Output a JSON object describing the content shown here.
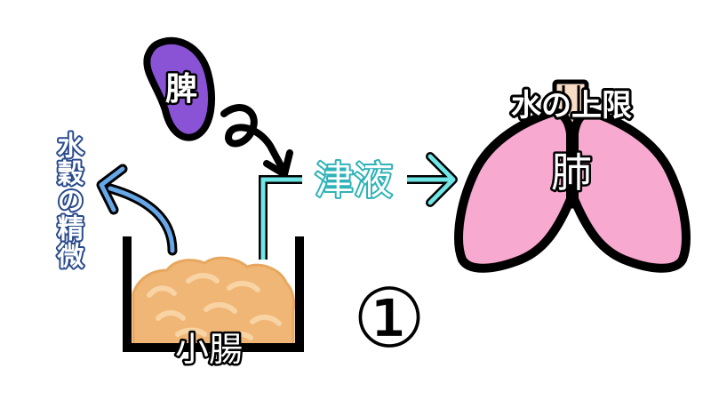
{
  "labels": {
    "spleen": "脾",
    "essence": "水穀の精微",
    "fluid": "津液",
    "water_limit": "水の上限",
    "lung": "肺",
    "small_intestine": "小腸",
    "step": "①"
  },
  "colors": {
    "spleen_fill": "#8a53d6",
    "lung_fill": "#f7a9cf",
    "food_fill": "#f0b676",
    "food_light": "#f6c892",
    "trachea_fill": "#f9dcc4",
    "essence_arrow": "#66a7e8",
    "fluid_arrow": "#70e6e6",
    "essence_text": "#294a8c",
    "outline": "#000000"
  }
}
